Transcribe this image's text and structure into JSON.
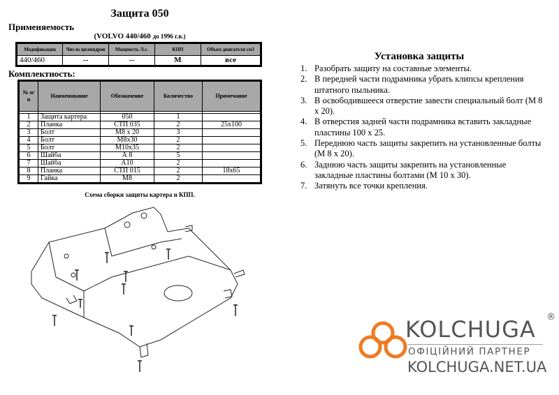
{
  "title": "Защита 050",
  "applicability": {
    "heading": "Применяемость",
    "vehicle_main": "(VOLVO 440/460 ",
    "vehicle_small": "до 1996 г.в.)",
    "headers": [
      "Модификация",
      "Число цилиндров",
      "Мощность Л.с.",
      "КПП",
      "Объем двигателя см3"
    ],
    "row": [
      "440/460",
      "--",
      "--",
      "М",
      "все"
    ]
  },
  "kit": {
    "heading": "Комплектность:",
    "headers": [
      "№ п/п",
      "Наименование",
      "Обозначение",
      "Количество",
      "Примечание"
    ],
    "rows": [
      [
        "1",
        "Защита картера",
        "050",
        "1",
        ""
      ],
      [
        "2",
        "Планка",
        "СТП 035",
        "2",
        "25x100"
      ],
      [
        "3",
        "Болт",
        "М8 х 20",
        "3",
        ""
      ],
      [
        "4",
        "Болт",
        "М8х30",
        "2",
        ""
      ],
      [
        "5",
        "Болт",
        "М10х35",
        "2",
        ""
      ],
      [
        "6",
        "Шайба",
        "А 8",
        "5",
        ""
      ],
      [
        "7",
        "Шайба",
        "А10",
        "2",
        ""
      ],
      [
        "8",
        "Планка",
        "СТП 015",
        "2",
        "18x65"
      ],
      [
        "9",
        "Гайка",
        "М8",
        "2",
        ""
      ]
    ]
  },
  "scheme_caption": "Схема сборки защиты картера и КПП.",
  "installation": {
    "title": "Установка защиты",
    "steps": [
      {
        "n": "1.",
        "text": "Разобрать защиту на составные элементы."
      },
      {
        "n": "2.",
        "text": "В передней части подрамника убрать клипсы крепления штатного пыльника."
      },
      {
        "n": "3.",
        "text": "В освободившееся отверстие завести специальный болт (М 8 х 20)."
      },
      {
        "n": "4.",
        "text": "В отверстия задней части подрамника вставить закладные пластины  100 х 25."
      },
      {
        "n": "5.",
        "text": "Переднюю часть защиты закрепить на установленные болты (М 8 х 20)."
      },
      {
        "n": "6.",
        "text": "Заднюю часть защиты закрепить на установленные закладные пластины болтами (М 10 х 30)."
      },
      {
        "n": "7.",
        "text": "Затянуть все точки крепления."
      }
    ]
  },
  "logo": {
    "brand": "KOLCHUGA",
    "reg": "®",
    "partner": "ОФІЦІЙНИЙ ПАРТНЕР",
    "site": "KOLCHUGA.NET.UA",
    "color": "#f07a22"
  }
}
